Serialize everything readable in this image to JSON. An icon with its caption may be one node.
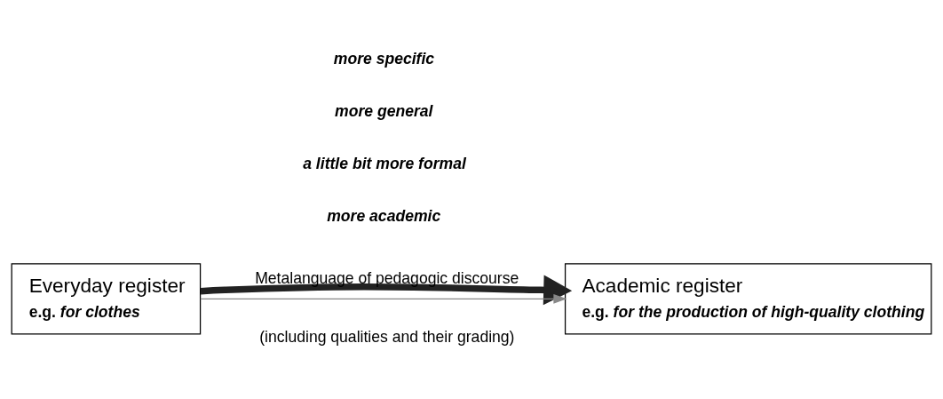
{
  "diagram": {
    "nodes": [
      {
        "text": [
          "Everyday register",
          "e.g. *for clothes*"
        ]
      },
      {
        "text": [
          "Academic register",
          "e.g. *for the production of high-quality clothing*"
        ]
      }
    ],
    "edges": [
      {
        "from": 0,
        "to": 1,
        "arrow": "to",
        "label": "Metalanguage of pedagogic discourse",
        "style": "thick",
        "color": "#222222"
      },
      {
        "from": 0,
        "to": 1,
        "arrow": "to",
        "color": "#888888"
      }
    ],
    "labels": [
      "(including qualities and their grading)",
      "*more academic*",
      "*a little bit more formal*",
      "*more general*",
      "*more specific*"
    ]
  }
}
